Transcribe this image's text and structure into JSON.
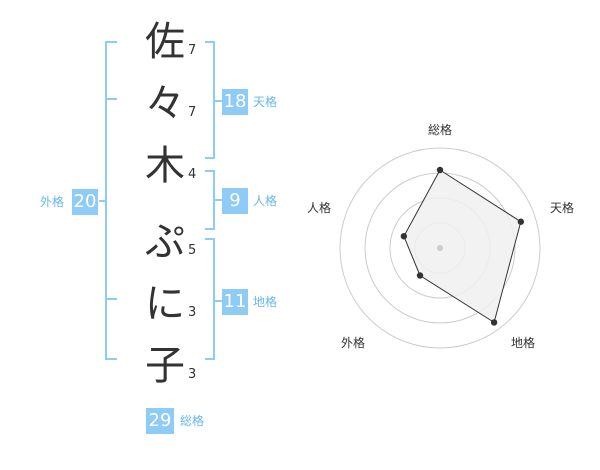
{
  "name": {
    "characters": [
      {
        "char": "佐",
        "strokes": "7"
      },
      {
        "char": "々",
        "strokes": "7"
      },
      {
        "char": "木",
        "strokes": "4"
      },
      {
        "char": "ぷ",
        "strokes": "5"
      },
      {
        "char": "に",
        "strokes": "3"
      },
      {
        "char": "子",
        "strokes": "3"
      }
    ]
  },
  "kaku": {
    "tenkaku": {
      "label": "天格",
      "value": "18"
    },
    "jinkaku": {
      "label": "人格",
      "value": "9"
    },
    "chikaku": {
      "label": "地格",
      "value": "11"
    },
    "gaikaku": {
      "label": "外格",
      "value": "20"
    },
    "soukaku": {
      "label": "総格",
      "value": "29"
    }
  },
  "colors": {
    "accent": "#8ecbf7",
    "accent_text": "#67b7ee",
    "text": "#333333",
    "ring": "#cccccc",
    "polygon_fill": "#f0f0f0"
  },
  "chart_data": {
    "type": "radar",
    "axes": [
      "総格",
      "天格",
      "地格",
      "外格",
      "人格"
    ],
    "values": [
      0.78,
      0.85,
      0.92,
      0.34,
      0.38
    ],
    "range": [
      0,
      1
    ],
    "rings": 4
  }
}
